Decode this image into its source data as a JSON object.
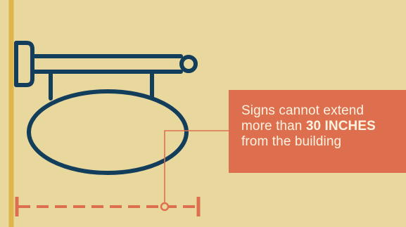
{
  "colors": {
    "background": "#e9d89e",
    "wall": "#e0b64a",
    "sign_outline": "#123e5c",
    "measure": "#dd6f4f",
    "callout_bg": "#dd6f4f",
    "callout_text": "#fdf2e0"
  },
  "callout": {
    "line1": "Signs cannot extend",
    "line2_prefix": "more than ",
    "line2_emphasis": "30 INCHES",
    "line3": "from the building"
  },
  "icons": {
    "wall": "building-wall-line",
    "sign": "hanging-oval-sign-icon",
    "measure": "dashed-dimension-line"
  }
}
